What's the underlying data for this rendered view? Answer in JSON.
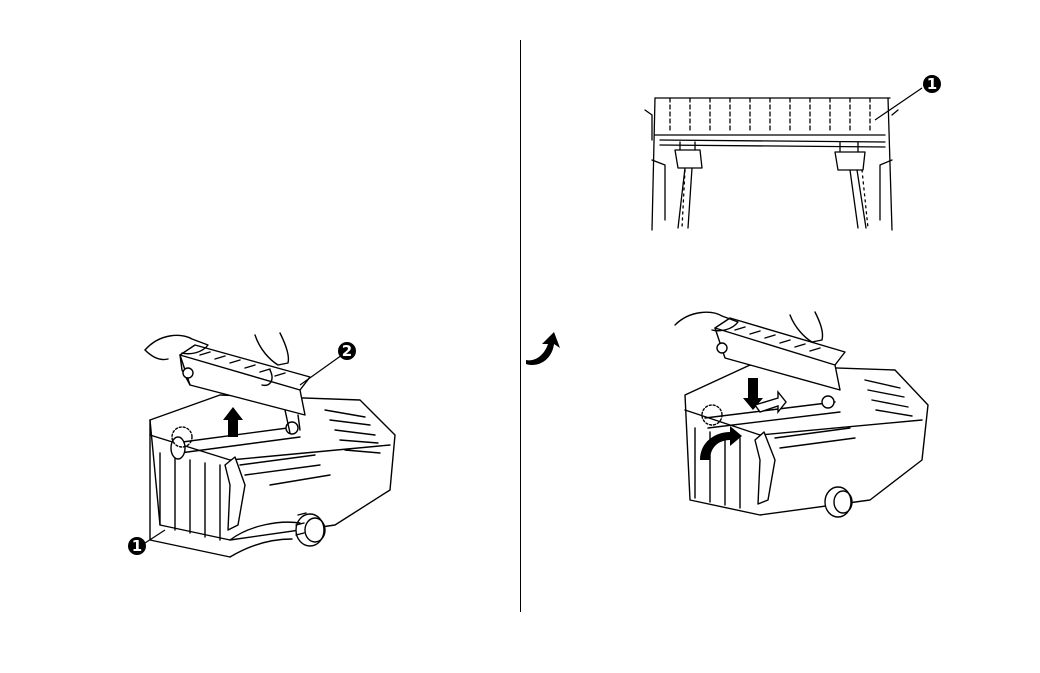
{
  "figures": {
    "fig1": {
      "callout_a": "1",
      "callout_b": "2"
    },
    "fig2": {
      "callout_a": "1"
    }
  },
  "icons": {
    "turn_arrow": "curved-arrow-icon"
  }
}
